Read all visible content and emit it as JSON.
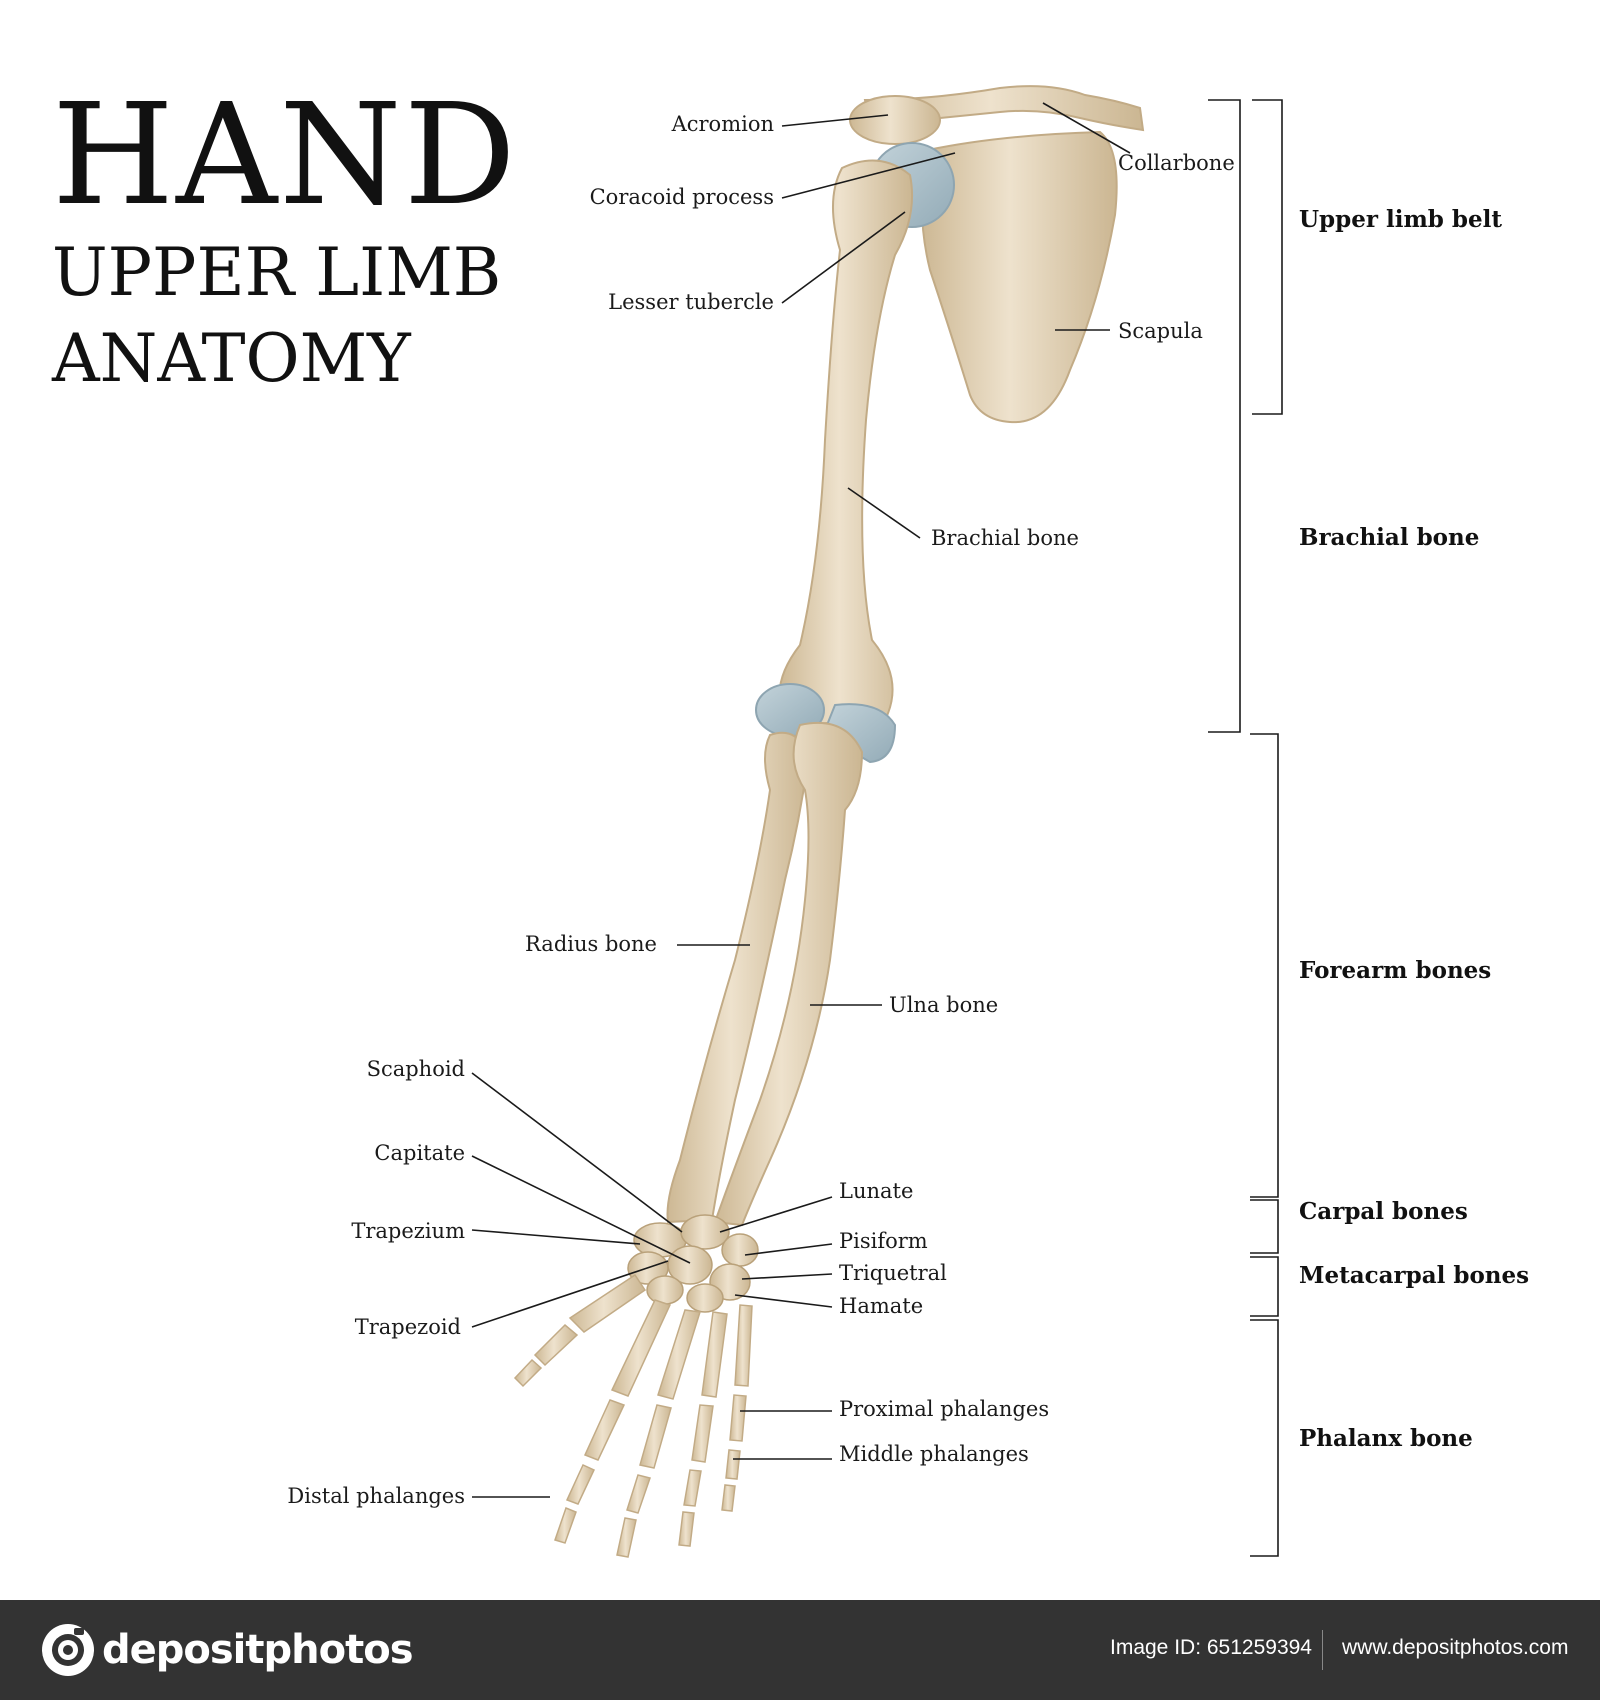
{
  "title": {
    "line1": "HAND",
    "line2": "UPPER LIMB",
    "line3": "ANATOMY"
  },
  "labels": {
    "acromion": "Acromion",
    "coracoid": "Coracoid process",
    "lesser_tubercle": "Lesser tubercle",
    "collarbone": "Collarbone",
    "scapula": "Scapula",
    "brachial": "Brachial bone",
    "radius": "Radius bone",
    "ulna": "Ulna bone",
    "scaphoid": "Scaphoid",
    "capitate": "Capitate",
    "trapezium": "Trapezium",
    "trapezoid": "Trapezoid",
    "lunate": "Lunate",
    "pisiform": "Pisiform",
    "triquetral": "Triquetral",
    "hamate": "Hamate",
    "proximal": "Proximal phalanges",
    "middle": "Middle phalanges",
    "distal": "Distal phalanges"
  },
  "groups": {
    "upper_limb_belt": "Upper limb belt",
    "brachial_bone": "Brachial bone",
    "forearm_bones": "Forearm bones",
    "carpal_bones": "Carpal bones",
    "metacarpal_bones": "Metacarpal bones",
    "phalanx_bone": "Phalanx bone"
  },
  "footer": {
    "brand": "depositphotos",
    "image_id": "Image ID: 651259394",
    "site": "www.depositphotos.com"
  },
  "colors": {
    "bone": "#e6d7bf",
    "bone_shadow": "#cdb894",
    "cartilage": "#a9bfc9",
    "footer_bg": "#333333"
  }
}
